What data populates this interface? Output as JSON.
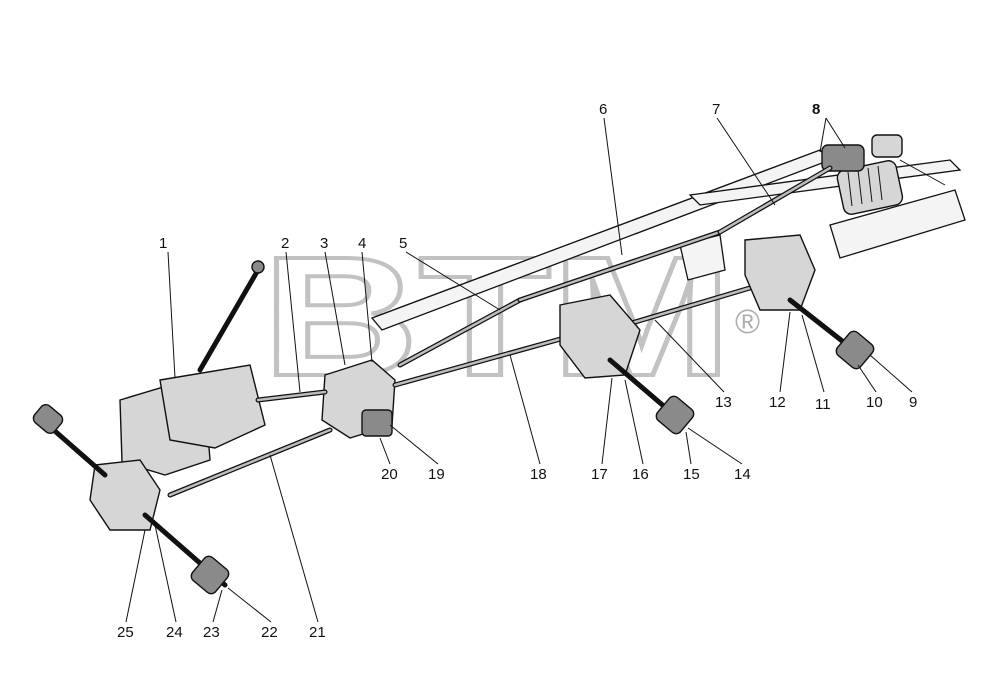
{
  "callouts": [
    {
      "id": "1",
      "text": "1"
    },
    {
      "id": "2",
      "text": "2"
    },
    {
      "id": "3",
      "text": "3"
    },
    {
      "id": "4",
      "text": "4"
    },
    {
      "id": "5",
      "text": "5"
    },
    {
      "id": "6",
      "text": "6"
    },
    {
      "id": "7",
      "text": "7"
    },
    {
      "id": "8",
      "text": "8"
    },
    {
      "id": "9",
      "text": "9"
    },
    {
      "id": "10",
      "text": "10"
    },
    {
      "id": "11",
      "text": "11"
    },
    {
      "id": "12",
      "text": "12"
    },
    {
      "id": "13",
      "text": "13"
    },
    {
      "id": "14",
      "text": "14"
    },
    {
      "id": "15",
      "text": "15"
    },
    {
      "id": "16",
      "text": "16"
    },
    {
      "id": "17",
      "text": "17"
    },
    {
      "id": "18",
      "text": "18"
    },
    {
      "id": "19",
      "text": "19"
    },
    {
      "id": "20",
      "text": "20"
    },
    {
      "id": "21",
      "text": "21"
    },
    {
      "id": "22",
      "text": "22"
    },
    {
      "id": "23",
      "text": "23"
    },
    {
      "id": "24",
      "text": "24"
    },
    {
      "id": "25",
      "text": "25"
    }
  ],
  "watermark": {
    "text": "BTM",
    "mark": "®"
  },
  "colors": {
    "ink": "#111111",
    "watermark": "#9a9a9a",
    "background": "#ffffff"
  }
}
